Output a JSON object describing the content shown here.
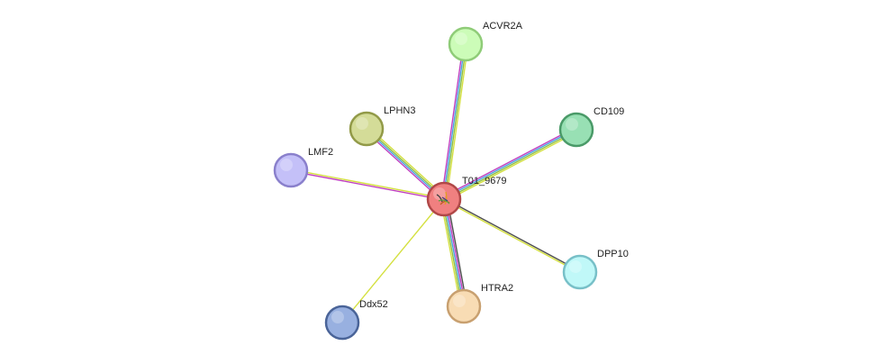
{
  "network": {
    "center": {
      "id": "T01_9679",
      "label": "T01_9679",
      "color": "#f08080",
      "stroke": "#b04848"
    },
    "nodes": [
      {
        "id": "ACVR2A",
        "label": "ACVR2A",
        "color": "#ccfcb8",
        "stroke": "#8fcc78",
        "edge_colors": [
          "#c040c0",
          "#4aa0e0",
          "#90c040",
          "#d4e040"
        ]
      },
      {
        "id": "CD109",
        "label": "CD109",
        "color": "#98e0b4",
        "stroke": "#4a9a68",
        "edge_colors": [
          "#c040c0",
          "#4aa0e0",
          "#90c040",
          "#d4e040"
        ]
      },
      {
        "id": "LPHN3",
        "label": "LPHN3",
        "color": "#d4dc98",
        "stroke": "#929a48",
        "edge_colors": [
          "#c040c0",
          "#4aa0e0",
          "#90c040",
          "#d4e040"
        ]
      },
      {
        "id": "LMF2",
        "label": "LMF2",
        "color": "#c4c0f8",
        "stroke": "#8a80cc",
        "edge_colors": [
          "#c040c0",
          "#d4e040"
        ]
      },
      {
        "id": "DPP10",
        "label": "DPP10",
        "color": "#c0f8f8",
        "stroke": "#78c0c8",
        "edge_colors": [
          "#505050",
          "#d4e040"
        ]
      },
      {
        "id": "HTRA2",
        "label": "HTRA2",
        "color": "#f8dcb4",
        "stroke": "#c8a070",
        "edge_colors": [
          "#505050",
          "#c040c0",
          "#4aa0e0",
          "#90c040",
          "#d4e040"
        ]
      },
      {
        "id": "Ddx52",
        "label": "Ddx52",
        "color": "#98b0e0",
        "stroke": "#4a6498",
        "edge_colors": [
          "#d4e040"
        ]
      }
    ]
  }
}
